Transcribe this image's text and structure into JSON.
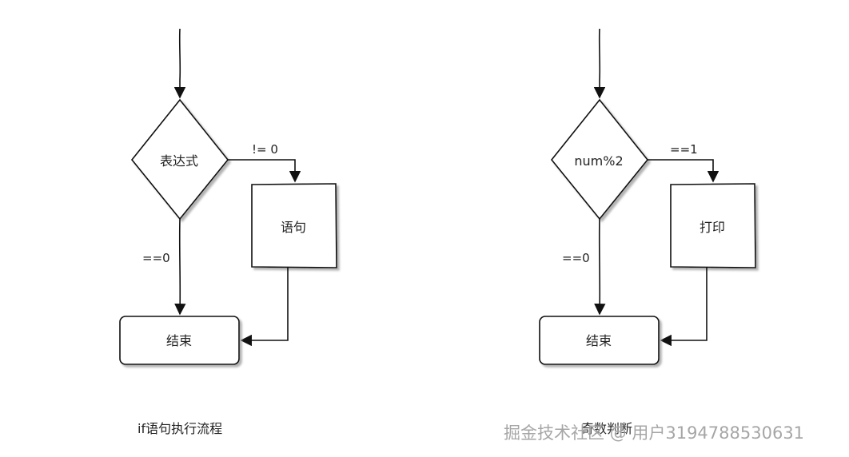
{
  "flowcharts": [
    {
      "decision_label": "表达式",
      "true_branch_label": "!= 0",
      "false_branch_label": "==0",
      "action_label": "语句",
      "end_label": "结束",
      "caption": "if语句执行流程"
    },
    {
      "decision_label": "num%2",
      "true_branch_label": "==1",
      "false_branch_label": "==0",
      "action_label": "打印",
      "end_label": "结束",
      "caption": "奇数判断"
    }
  ],
  "watermark": "掘金技术社区 @ 用户3194788530631",
  "colors": {
    "stroke": "#111111",
    "text": "#222222",
    "shadow": "#9a9a9a"
  }
}
